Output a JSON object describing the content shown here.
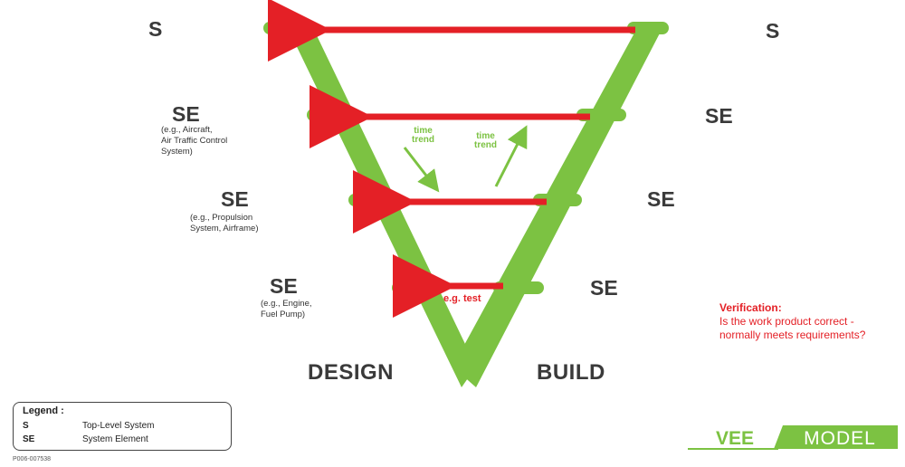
{
  "levels": [
    {
      "left_label": "S",
      "right_label": "S"
    },
    {
      "left_label": "SE",
      "left_example": "(e.g., Aircraft,\nAir Traffic Control\nSystem)",
      "right_label": "SE"
    },
    {
      "left_label": "SE",
      "left_example": "(e.g., Propulsion\nSystem, Airframe)",
      "right_label": "SE"
    },
    {
      "left_label": "SE",
      "left_example": "(e.g., Engine,\nFuel Pump)",
      "right_label": "SE"
    }
  ],
  "time_trend_label": "time\ntrend",
  "eg_test_label": "e.g. test",
  "design_label": "DESIGN",
  "build_label": "BUILD",
  "verification": {
    "title": "Verification:",
    "text": "Is the work product correct -\nnormally meets requirements?"
  },
  "legend": {
    "title": "Legend :",
    "rows": [
      {
        "key": "S",
        "desc": "Top-Level System"
      },
      {
        "key": "SE",
        "desc": "System Element"
      }
    ]
  },
  "badge": {
    "left": "VEE",
    "right": "MODEL"
  },
  "figure_code": "P006-007538",
  "colors": {
    "green": "#7cc242",
    "red": "#e42026",
    "text": "#3a3a3a"
  }
}
